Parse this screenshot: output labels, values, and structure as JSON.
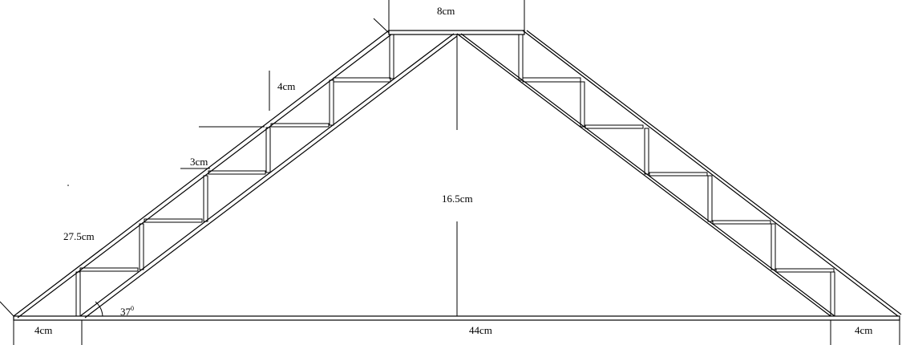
{
  "diagram": {
    "labels": {
      "top_width": "8cm",
      "member_depth": "4cm",
      "strut_spacing": "3cm",
      "rafter_length": "27.5cm",
      "height": "16.5cm",
      "angle": "37",
      "angle_super": "0",
      "left_overhang": "4cm",
      "base_span": "44cm",
      "right_overhang": "4cm"
    }
  }
}
